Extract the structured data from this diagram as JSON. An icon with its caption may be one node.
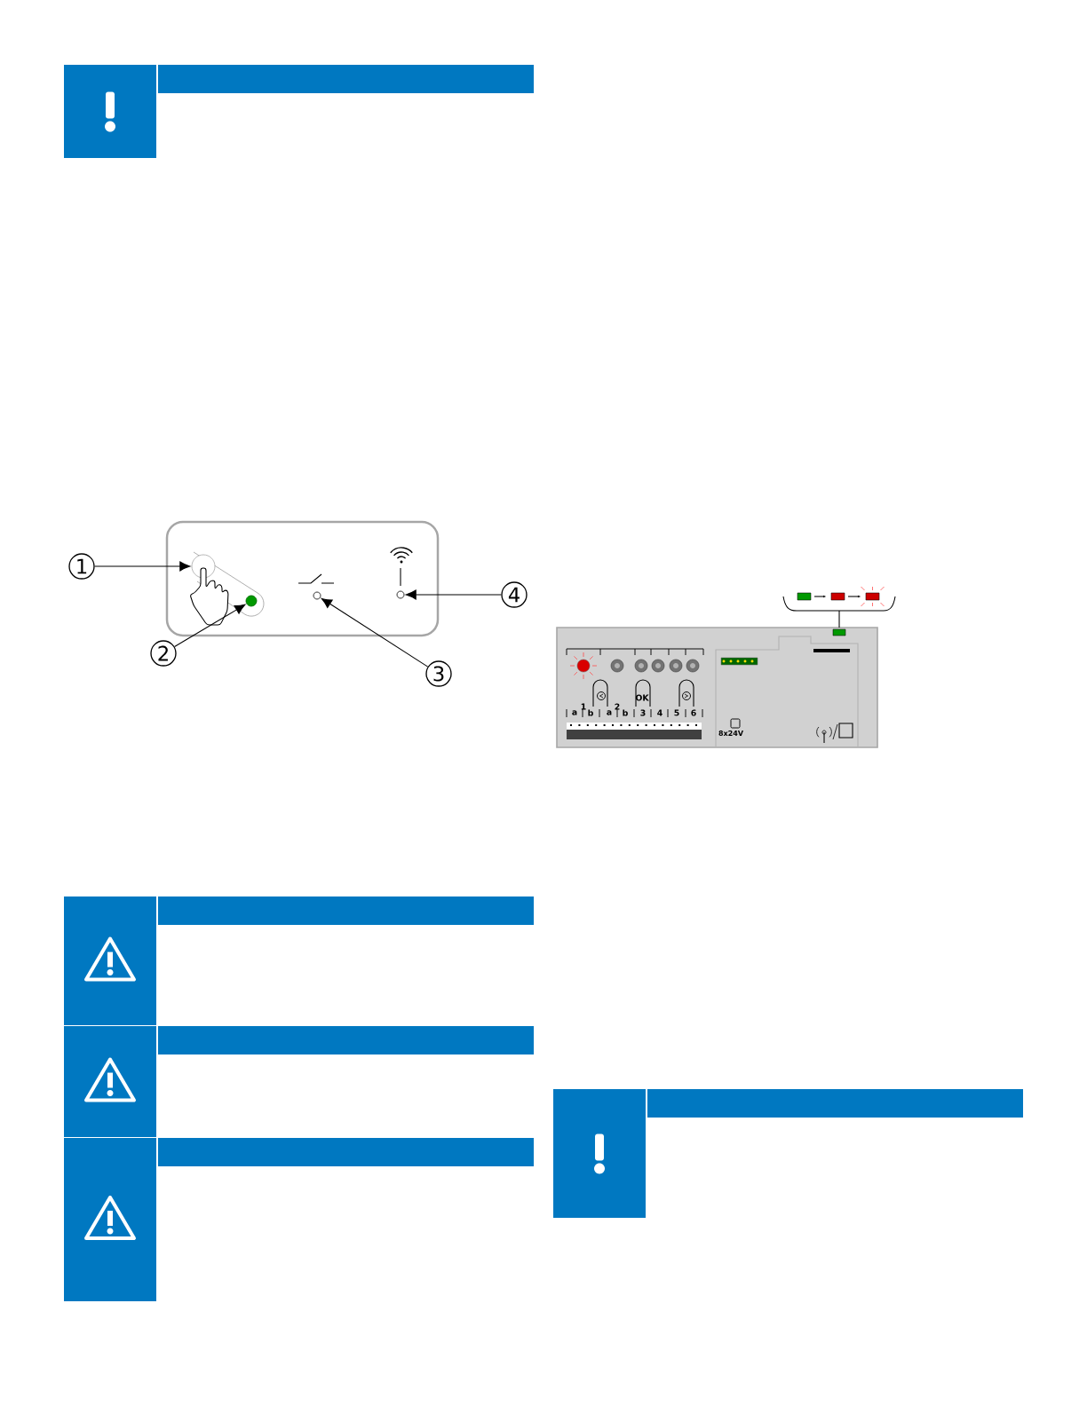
{
  "diagram": {
    "nodes": [
      {
        "text": [
          "1"
        ]
      },
      {
        "text": [
          "2"
        ]
      },
      {
        "text": [
          "3"
        ]
      },
      {
        "text": [
          "4"
        ]
      },
      {
        "text": [],
        "shape": "circle"
      },
      {
        "text": [],
        "shape": "circle"
      },
      {
        "text": [],
        "shape": "circle"
      },
      {
        "text": [],
        "shape": "circle"
      }
    ],
    "edges": [
      {
        "from": 0,
        "to": 4,
        "arrow": "to"
      },
      {
        "from": 1,
        "to": 5,
        "arrow": "to"
      },
      {
        "from": 2,
        "to": 6,
        "arrow": "to"
      },
      {
        "from": 3,
        "to": 7,
        "arrow": "to"
      }
    ],
    "labels": [
      "a",
      "1",
      "b",
      "a",
      "2",
      "b",
      "3",
      "4",
      "5",
      "6",
      "OK",
      "8x24V"
    ]
  }
}
